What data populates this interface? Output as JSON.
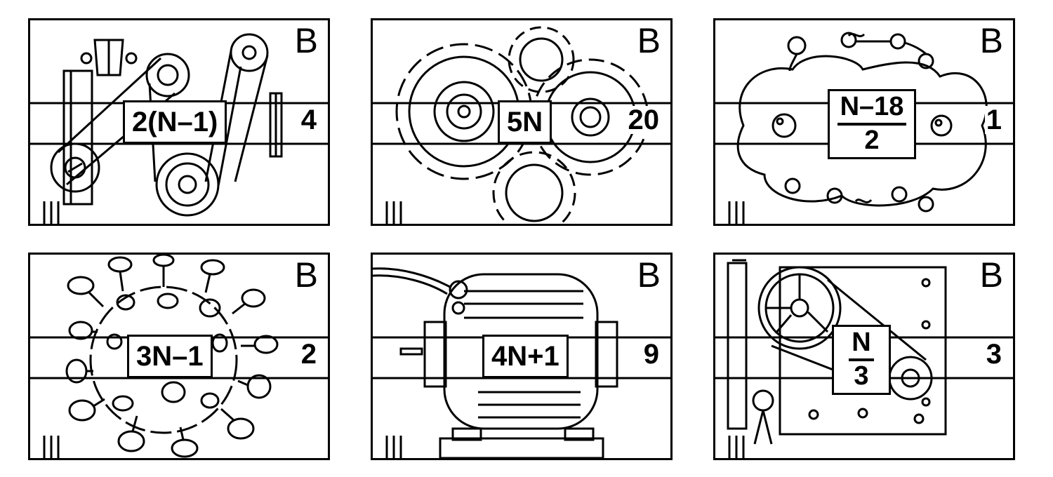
{
  "cards": [
    {
      "letter": "B",
      "formula": "2(N–1)",
      "number": "4",
      "art": "belt-pulleys"
    },
    {
      "letter": "B",
      "formula": "5N",
      "number": "20",
      "art": "gears"
    },
    {
      "letter": "B",
      "formula_numerator": "N–18",
      "formula_denominator": "2",
      "number": "1",
      "art": "cloud-machine"
    },
    {
      "letter": "B",
      "formula": "3N–1",
      "number": "2",
      "art": "virus"
    },
    {
      "letter": "B",
      "formula": "4N+1",
      "number": "9",
      "art": "electric-motor"
    },
    {
      "letter": "B",
      "formula_numerator": "N",
      "formula_denominator": "3",
      "number": "3",
      "art": "flywheel-engine"
    }
  ]
}
